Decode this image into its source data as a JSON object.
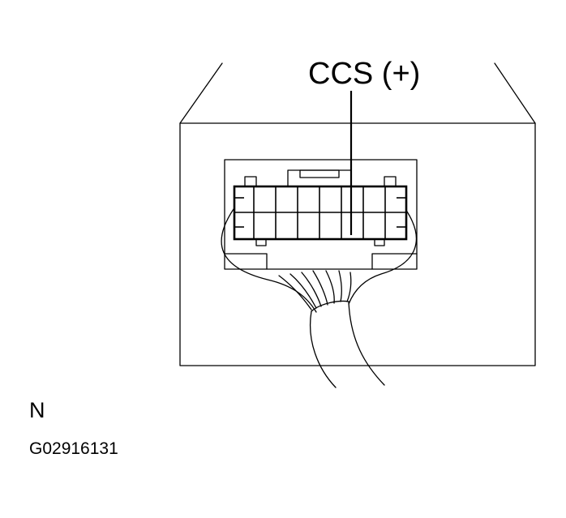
{
  "diagram": {
    "callout_label": "CCS (+)",
    "view_letter": "N",
    "figure_id": "G02916131",
    "colors": {
      "line": "#000000",
      "background": "#ffffff"
    }
  }
}
